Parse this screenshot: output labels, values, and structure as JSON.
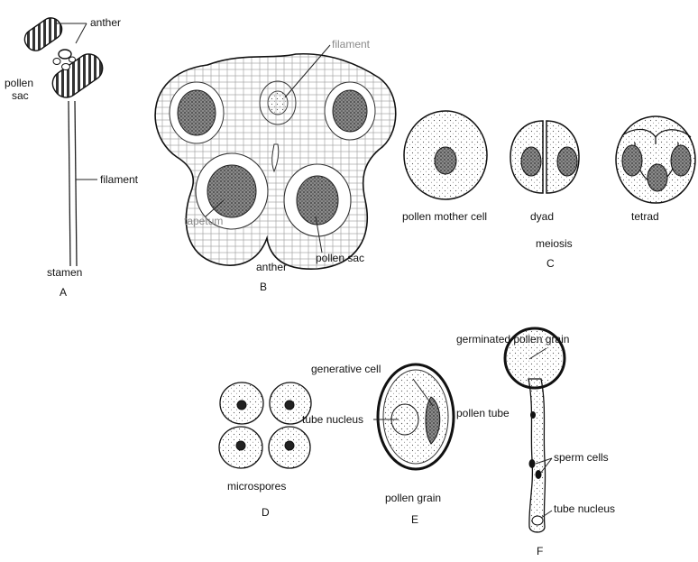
{
  "colors": {
    "ink": "#222222",
    "grey_label": "#8a8a8a",
    "background": "#ffffff"
  },
  "panel_a": {
    "letter": "A",
    "labels": {
      "anther": "anther",
      "pollen_sac_1": "pollen",
      "pollen_sac_2": "sac",
      "filament": "filament",
      "stamen": "stamen"
    }
  },
  "panel_b": {
    "letter": "B",
    "labels": {
      "filament": "filament",
      "tapetum": "tapetum",
      "pollen_sac": "pollen sac",
      "anther": "anther"
    }
  },
  "panel_c": {
    "letter": "C",
    "labels": {
      "pollen_mother_cell": "pollen mother cell",
      "dyad": "dyad",
      "tetrad": "tetrad",
      "meiosis": "meiosis"
    }
  },
  "panel_d": {
    "letter": "D",
    "labels": {
      "microspores": "microspores"
    }
  },
  "panel_e": {
    "letter": "E",
    "labels": {
      "generative_cell": "generative cell",
      "tube_nucleus": "tube nucleus",
      "pollen_grain": "pollen grain"
    }
  },
  "panel_f": {
    "letter": "F",
    "labels": {
      "germinated_pollen_grain": "germinated pollen grain",
      "pollen_tube": "pollen tube",
      "sperm_cells": "sperm cells",
      "tube_nucleus": "tube nucleus"
    }
  }
}
